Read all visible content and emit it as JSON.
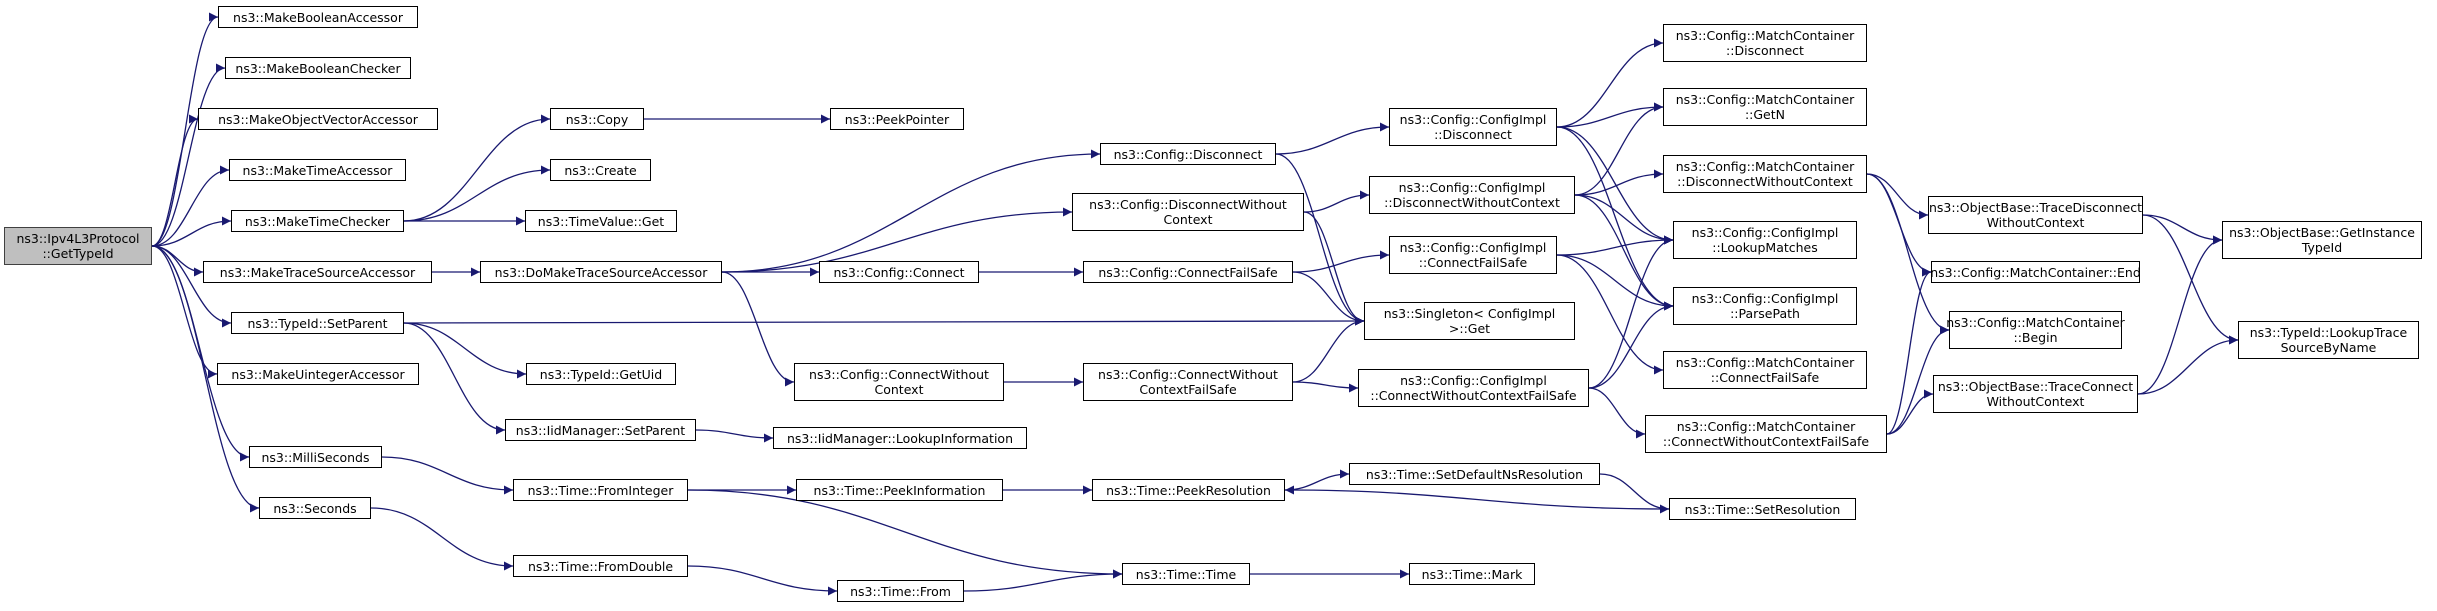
{
  "title": "ns3::Ipv4L3Protocol::GetTypeId call graph",
  "colors": {
    "edge": "#191970",
    "node_border": "#000000",
    "root_fill": "#bfbfbf"
  },
  "nodes": {
    "root": "ns3::Ipv4L3Protocol\n::GetTypeId",
    "make_boolean_accessor": "ns3::MakeBooleanAccessor",
    "make_boolean_checker": "ns3::MakeBooleanChecker",
    "make_object_vector_accessor": "ns3::MakeObjectVectorAccessor",
    "make_time_accessor": "ns3::MakeTimeAccessor",
    "make_time_checker": "ns3::MakeTimeChecker",
    "make_trace_source_accessor": "ns3::MakeTraceSourceAccessor",
    "typeid_set_parent": "ns3::TypeId::SetParent",
    "make_uinteger_accessor": "ns3::MakeUintegerAccessor",
    "milliseconds": "ns3::MilliSeconds",
    "seconds": "ns3::Seconds",
    "copy": "ns3::Copy",
    "create": "ns3::Create",
    "timevalue_get": "ns3::TimeValue::Get",
    "do_make_trace_source_accessor": "ns3::DoMakeTraceSourceAccessor",
    "typeid_get_uid": "ns3::TypeId::GetUid",
    "iidmanager_set_parent": "ns3::IidManager::SetParent",
    "time_from_integer": "ns3::Time::FromInteger",
    "time_from_double": "ns3::Time::FromDouble",
    "peek_pointer": "ns3::PeekPointer",
    "config_disconnect": "ns3::Config::Disconnect",
    "config_disconnect_without_context": "ns3::Config::DisconnectWithout\nContext",
    "config_connect": "ns3::Config::Connect",
    "config_connect_without_context": "ns3::Config::ConnectWithout\nContext",
    "iidmanager_lookup_information": "ns3::IidManager::LookupInformation",
    "time_peek_information": "ns3::Time::PeekInformation",
    "time_from": "ns3::Time::From",
    "config_connect_fail_safe": "ns3::Config::ConnectFailSafe",
    "config_connect_without_context_fail_safe": "ns3::Config::ConnectWithout\nContextFailSafe",
    "time_peek_resolution": "ns3::Time::PeekResolution",
    "time_time": "ns3::Time::Time",
    "configimpl_disconnect": "ns3::Config::ConfigImpl\n::Disconnect",
    "configimpl_disconnect_without_context": "ns3::Config::ConfigImpl\n::DisconnectWithoutContext",
    "configimpl_connect_fail_safe": "ns3::Config::ConfigImpl\n::ConnectFailSafe",
    "singleton_configimpl_get": "ns3::Singleton< ConfigImpl\n>::Get",
    "configimpl_connect_without_context_fail_safe": "ns3::Config::ConfigImpl\n::ConnectWithoutContextFailSafe",
    "time_set_default_ns_resolution": "ns3::Time::SetDefaultNsResolution",
    "time_mark": "ns3::Time::Mark",
    "time_set_resolution": "ns3::Time::SetResolution",
    "matchcontainer_disconnect": "ns3::Config::MatchContainer\n::Disconnect",
    "matchcontainer_getn": "ns3::Config::MatchContainer\n::GetN",
    "matchcontainer_disconnect_without_context": "ns3::Config::MatchContainer\n::DisconnectWithoutContext",
    "configimpl_lookup_matches": "ns3::Config::ConfigImpl\n::LookupMatches",
    "configimpl_parse_path": "ns3::Config::ConfigImpl\n::ParsePath",
    "matchcontainer_connect_fail_safe": "ns3::Config::MatchContainer\n::ConnectFailSafe",
    "matchcontainer_connect_without_context_fail_safe": "ns3::Config::MatchContainer\n::ConnectWithoutContextFailSafe",
    "objectbase_trace_disconnect_without_context": "ns3::ObjectBase::TraceDisconnect\nWithoutContext",
    "matchcontainer_end": "ns3::Config::MatchContainer::End",
    "matchcontainer_begin": "ns3::Config::MatchContainer\n::Begin",
    "objectbase_trace_connect_without_context": "ns3::ObjectBase::TraceConnect\nWithoutContext",
    "objectbase_get_instance_typeid": "ns3::ObjectBase::GetInstance\nTypeId",
    "typeid_lookup_trace_source_by_name": "ns3::TypeId::LookupTrace\nSourceByName"
  }
}
